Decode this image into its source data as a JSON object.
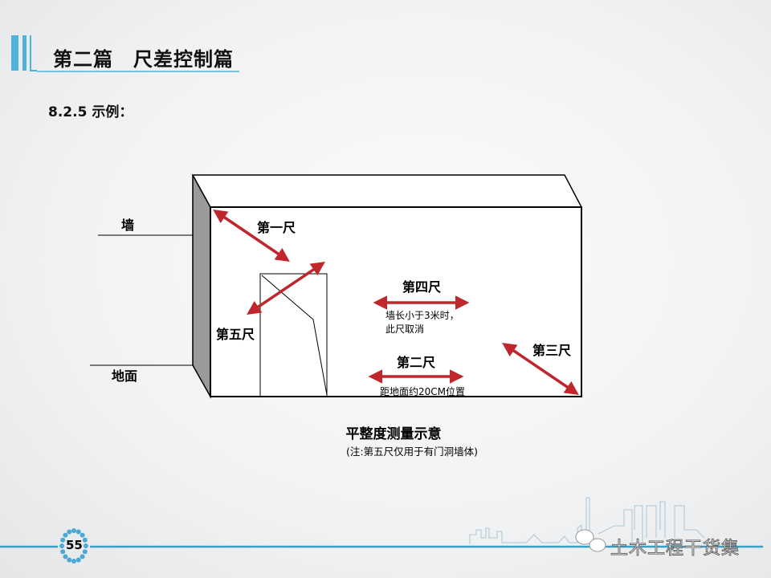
{
  "header": {
    "title": "第二篇　尺差控制篇",
    "section": "8.2.5 示例："
  },
  "diagram": {
    "wall_label": "墙",
    "ground_label": "地面",
    "rulers": {
      "first": "第一尺",
      "second": "第二尺",
      "third": "第三尺",
      "fourth": "第四尺",
      "fifth": "第五尺"
    },
    "fourth_note_line1": "墙长小于3米时，",
    "fourth_note_line2": "此尺取消",
    "second_note": "距地面约20CM位置",
    "caption": "平整度测量示意",
    "caption_note": "(注:第五尺仅用于有门洞墙体)",
    "arrow_color": "#c0272d"
  },
  "footer": {
    "page_number": "55",
    "brand": "土木工程干货集",
    "accent_color": "#3a9fc4"
  }
}
